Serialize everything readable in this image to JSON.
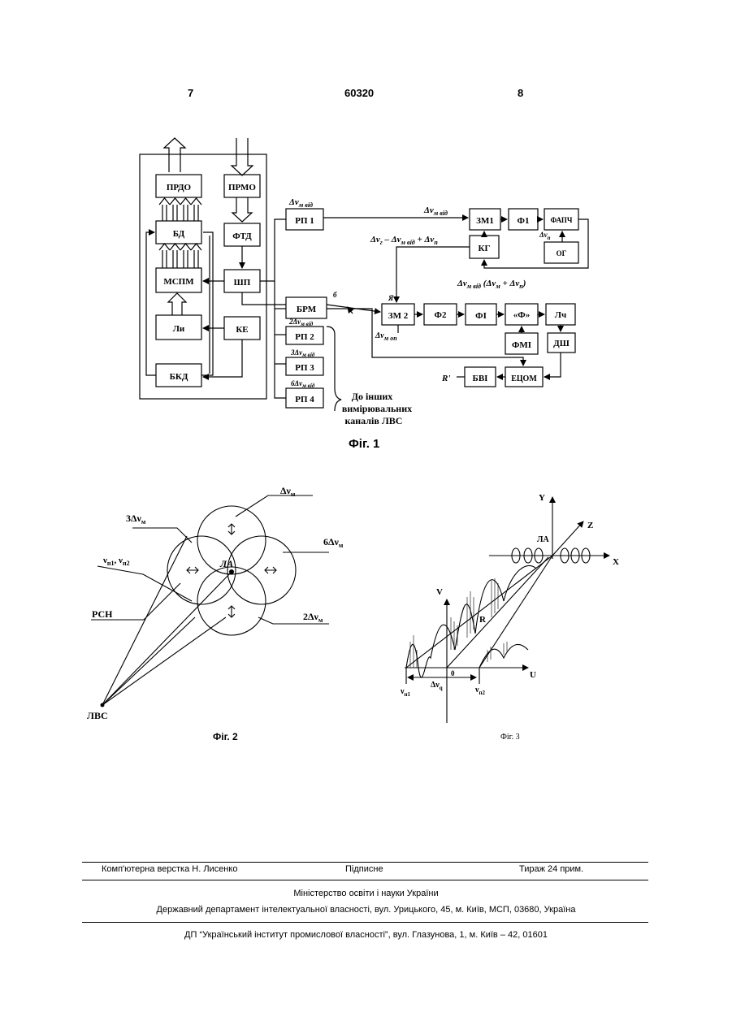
{
  "header": {
    "left_page": "7",
    "patent_number": "60320",
    "right_page": "8"
  },
  "fig1": {
    "caption": "Фіг. 1",
    "blocks": {
      "prdo": "ПРДО",
      "prmo": "ПРМО",
      "bd": "БД",
      "ftd": "ФТД",
      "mspm": "МСПМ",
      "shp": "ШП",
      "li": "Ли",
      "ke": "КЕ",
      "bkd": "БКД",
      "rp1": "РП 1",
      "brm": "БРМ",
      "rp2": "РП 2",
      "rp3": "РП 3",
      "rp4": "РП 4",
      "zm1": "ЗМ1",
      "f1": "Ф1",
      "fapch": "ФАПЧ",
      "kg": "КГ",
      "og": "ОГ",
      "zm2": "ЗМ 2",
      "f2": "Ф2",
      "fi": "ФІ",
      "phi": "«Ф»",
      "lch": "Лч",
      "fmi": "ФМІ",
      "dsh": "ДШ",
      "bvi": "БВІ",
      "etsom": "ЕЦОМ"
    },
    "labels": {
      "dv_m_vid": "Δν",
      "dv_m_vid_sub": "м від",
      "dv_m_vid_right": "Δν",
      "dv_m_vid_right_sub": "м від",
      "kg_eq": "Δν",
      "kg_eq_sub": "г",
      "kg_eq_mid": " – Δν",
      "kg_eq_mid_sub": "м від",
      "kg_eq_end": " + Δν",
      "kg_eq_end_sub": "п",
      "dv_p": "Δν",
      "dv_p_sub": "п",
      "zm2_top": "Я",
      "dv_m_op": "Δν",
      "dv_m_op_sub": "м оп",
      "eq_top": "Δν",
      "eq_top_sub": "м від",
      "eq_top_rest": "  (Δν",
      "eq_top_rest_sub": "м",
      "eq_top_end": " + Δν",
      "eq_top_end_sub": "п",
      "eq_top_close": ")",
      "brm_in": "б",
      "rp2_label": "2Δν",
      "rp2_label_sub": "м від",
      "rp3_label": "3Δν",
      "rp3_label_sub": "м від",
      "rp4_label": "6Δν",
      "rp4_label_sub": "м від",
      "r_prime": "R'",
      "other_channels": [
        "До інших",
        "вимірювальних",
        "каналів ЛВС"
      ]
    }
  },
  "fig2": {
    "caption": "Фіг. 2",
    "labels": {
      "dvm_top": "Δν",
      "dvm_top_sub": "м",
      "three_dvm": "3Δν",
      "three_dvm_sub": "м",
      "six_dvm": "6Δν",
      "six_dvm_sub": "м",
      "two_dvm": "2Δν",
      "two_dvm_sub": "м",
      "vn": "ν",
      "vn_sub1": "п1",
      "vn_mid": ", ν",
      "vn_sub2": "п2",
      "rsn": "РСН",
      "la": "ЛА",
      "lvs": "ЛВС"
    }
  },
  "fig3": {
    "caption": "Фіг. 3",
    "labels": {
      "y": "Y",
      "z": "Z",
      "x": "X",
      "la": "ЛА",
      "v": "V",
      "r": "R",
      "u": "U",
      "zero": "0",
      "vn1": "ν",
      "vn1_sub": "п1",
      "dvq": "Δν",
      "dvq_sub": "q",
      "vn2": "ν",
      "vn2_sub": "п2"
    }
  },
  "footer": {
    "layout": "Комп'ютерна верстка Н. Лисенко",
    "signed": "Підписне",
    "circulation": "Тираж 24 прим.",
    "ministry": "Міністерство освіти і науки України",
    "department": "Державний департамент інтелектуальної власності, вул. Урицького, 45, м. Київ, МСП, 03680, Україна",
    "institute": "ДП “Український інститут промислової власності”, вул. Глазунова, 1, м. Київ – 42, 01601"
  }
}
